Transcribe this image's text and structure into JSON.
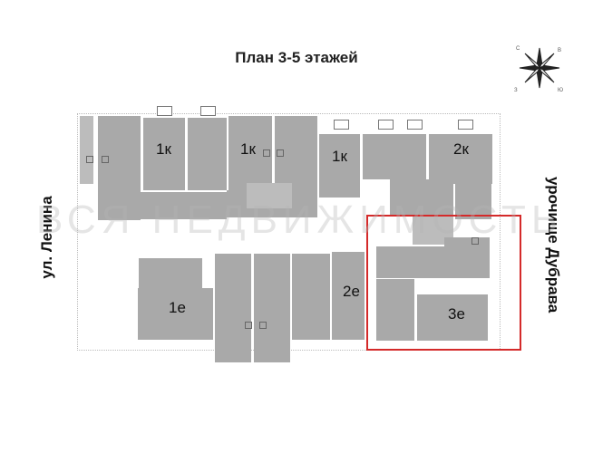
{
  "title": "План 3-5 этажей",
  "streets": {
    "left": "ул. Ленина",
    "right": "урочище Дубрава"
  },
  "compass": {
    "icon": "compass-rose-icon"
  },
  "watermark": "ВСЯ НЕДВИЖИМОСТЬ",
  "apartments": [
    {
      "label": "1к"
    },
    {
      "label": "1к"
    },
    {
      "label": "1к"
    },
    {
      "label": "2к"
    },
    {
      "label": "1е"
    },
    {
      "label": "2е"
    },
    {
      "label": "3е"
    }
  ],
  "highlight": {
    "color": "#d42a2a",
    "apartment": "3е"
  },
  "colors": {
    "room_fill": "#a9a9a9",
    "light_room_fill": "#bcbcbc",
    "highlight": "#d42a2a"
  }
}
